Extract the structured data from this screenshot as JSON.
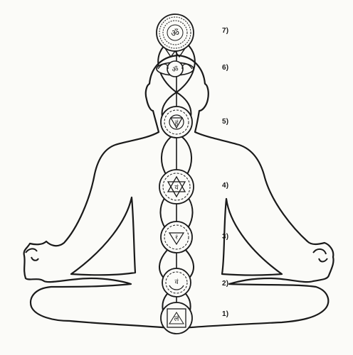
{
  "figure": {
    "ink": "#1a1a1a",
    "paper": "#fbfbf8"
  },
  "chakras": [
    {
      "number": "1)",
      "symbol": "लं"
    },
    {
      "number": "2)",
      "symbol": "वं"
    },
    {
      "number": "3)",
      "symbol": "रं"
    },
    {
      "number": "4)",
      "symbol": "यं"
    },
    {
      "number": "5)",
      "symbol": "हं"
    },
    {
      "number": "6)",
      "symbol": "ॐ"
    },
    {
      "number": "7)",
      "symbol": "ॐ"
    }
  ]
}
